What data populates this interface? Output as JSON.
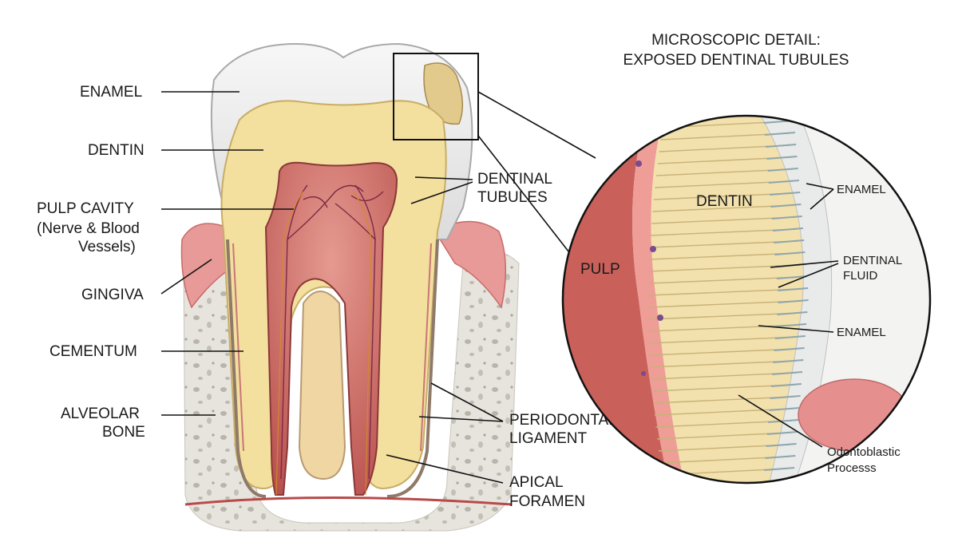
{
  "tooth_labels": {
    "enamel": "ENAMEL",
    "dentin": "DENTIN",
    "pulp_cavity": [
      "PULP CAVITY",
      "(Nerve & Blood",
      "Vessels)"
    ],
    "gingiva": "GINGIVA",
    "cementum": "CEMENTUM",
    "alveolar_bone": [
      "ALVEOLAR",
      "BONE"
    ],
    "dentinal_tubules": [
      "DENTINAL",
      "TUBULES"
    ],
    "periodontal_ligament": [
      "PERIODONTAL",
      "LIGAMENT"
    ],
    "apical_foramen": [
      "APICAL",
      "FORAMEN"
    ]
  },
  "detail": {
    "title": [
      "MICROSCOPIC DETAIL:",
      "EXPOSED DENTINAL TUBULES"
    ],
    "dentin": "DENTIN",
    "pulp": "PULP",
    "enamel_top": "ENAMEL",
    "dentinal_fluid": [
      "DENTINAL",
      "FLUID"
    ],
    "enamel_bottom": "ENAMEL",
    "odontoblastic": [
      "Odontoblastic",
      "Processs"
    ]
  },
  "colors": {
    "enamel": "#eeeeee",
    "dentin": "#f3df9e",
    "pulp": "#c9605a",
    "gum": "#e58f8f",
    "bone": "#e5e3dc",
    "vessel": "#8b2a3a"
  }
}
